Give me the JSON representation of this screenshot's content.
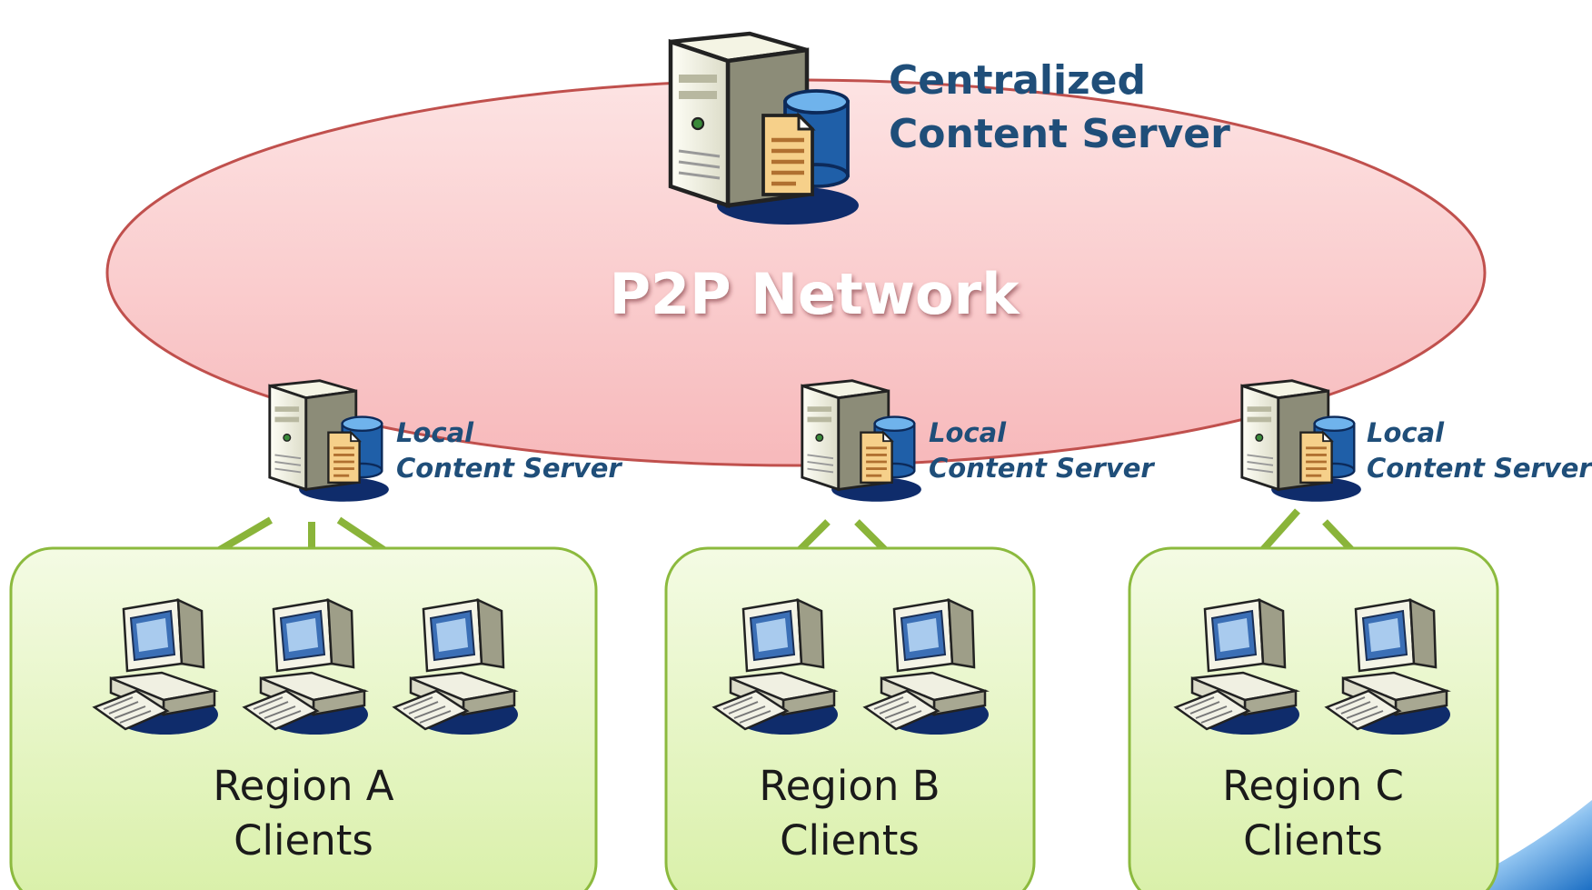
{
  "central_server": {
    "label_line1": "Centralized",
    "label_line2": "Content Server",
    "icon": "database-server-icon"
  },
  "network": {
    "label": "P2P Network",
    "fill_color": "#fbd7d8",
    "stroke_color": "#c0504d"
  },
  "local_servers": [
    {
      "label_line1": "Local",
      "label_line2": "Content Server",
      "icon": "database-server-icon"
    },
    {
      "label_line1": "Local",
      "label_line2": "Content Server",
      "icon": "database-server-icon"
    },
    {
      "label_line1": "Local",
      "label_line2": "Content Server",
      "icon": "database-server-icon"
    }
  ],
  "regions": [
    {
      "label_line1": "Region  A",
      "label_line2": "Clients",
      "client_count": 3
    },
    {
      "label_line1": "Region  B",
      "label_line2": "Clients",
      "client_count": 2
    },
    {
      "label_line1": "Region  C",
      "label_line2": "Clients",
      "client_count": 2
    }
  ],
  "colors": {
    "title_text": "#1f4e79",
    "region_fill": "#e4f4c0",
    "region_stroke": "#8cba3e",
    "link_line": "#8ab43a",
    "client_icon": "desktop-computer-icon"
  }
}
